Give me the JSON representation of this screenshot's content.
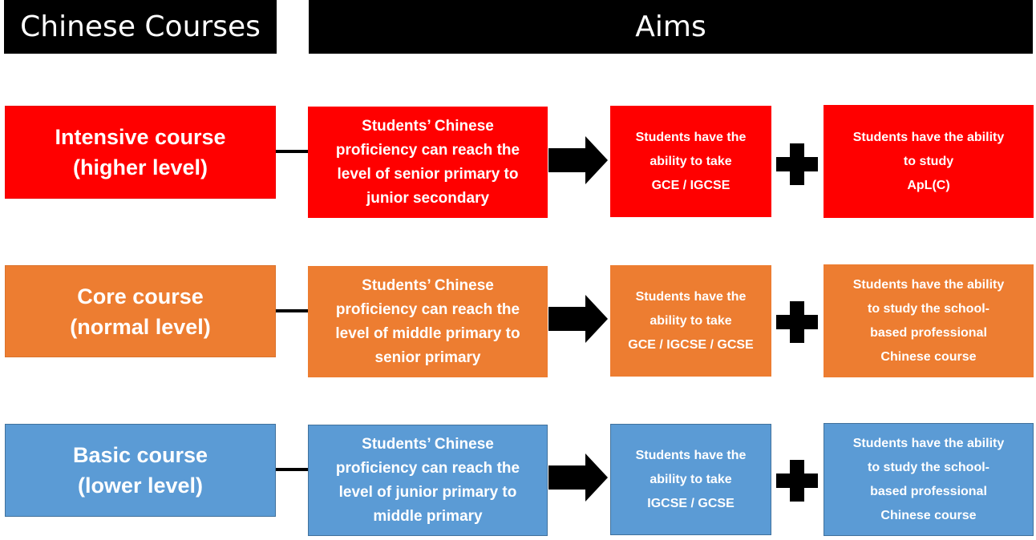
{
  "headers": {
    "courses": "Chinese Courses",
    "aims": "Aims"
  },
  "rows": [
    {
      "course": [
        "Intensive course",
        "(higher level)"
      ],
      "proficiency": [
        "Students’ Chinese",
        "proficiency can reach the",
        "level of senior primary to",
        "junior secondary"
      ],
      "take": [
        "Students have the",
        "ability to take",
        "GCE / IGCSE"
      ],
      "study": [
        "Students have the ability",
        "to study",
        "ApL(C)"
      ],
      "color": "#ff0000"
    },
    {
      "course": [
        "Core course",
        "(normal level)"
      ],
      "proficiency": [
        "Students’ Chinese",
        "proficiency can reach the",
        "level of middle primary to",
        "senior primary"
      ],
      "take": [
        "Students have the",
        "ability to take",
        "GCE / IGCSE / GCSE"
      ],
      "study": [
        "Students have the ability",
        "to study the school-",
        "based professional",
        "Chinese course"
      ],
      "color": "#ed7d31"
    },
    {
      "course": [
        "Basic course",
        "(lower level)"
      ],
      "proficiency": [
        "Students’ Chinese",
        "proficiency can reach the",
        "level of junior primary to",
        "middle primary"
      ],
      "take": [
        "Students have the",
        "ability to take",
        "IGCSE / GCSE"
      ],
      "study": [
        "Students have the ability",
        "to study the school-",
        "based professional",
        "Chinese course"
      ],
      "color": "#5b9bd5"
    }
  ],
  "icons": {
    "arrow": "right-arrow-icon",
    "plus": "plus-icon"
  }
}
